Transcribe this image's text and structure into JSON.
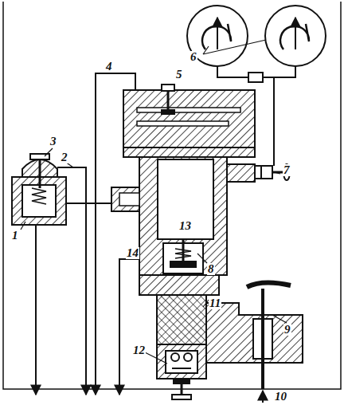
{
  "diagram": {
    "labels": [
      "6",
      "5",
      "4",
      "3",
      "2",
      "7",
      "1",
      "13",
      "14",
      "8",
      "9",
      "11",
      "12",
      "10"
    ]
  }
}
